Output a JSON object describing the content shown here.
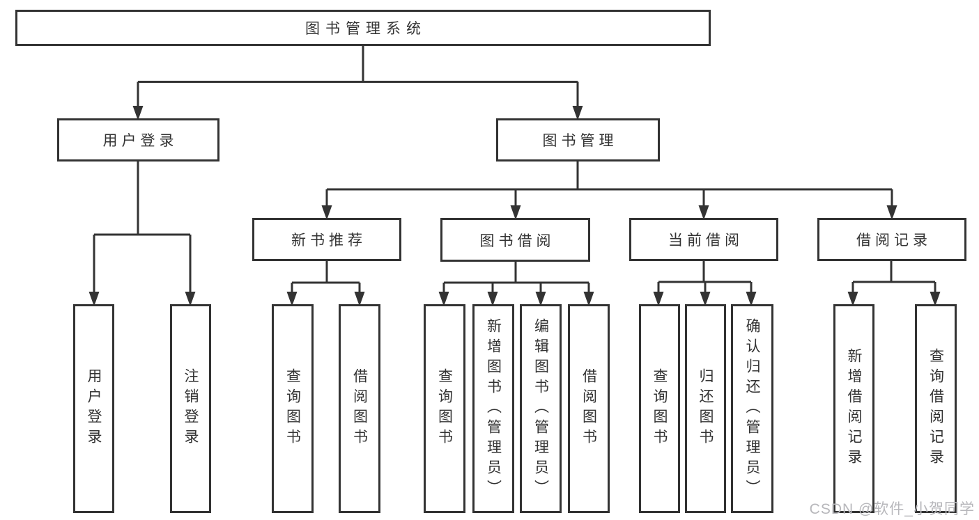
{
  "tree": {
    "root": "图书管理系统",
    "branches": [
      {
        "label": "用户登录",
        "children": [
          "用户登录",
          "注销登录"
        ]
      },
      {
        "label": "图书管理",
        "children": [
          {
            "label": "新书推荐",
            "children": [
              "查询图书",
              "借阅图书"
            ]
          },
          {
            "label": "图书借阅",
            "children": [
              "查询图书",
              "新增图书（管理员）",
              "编辑图书（管理员）",
              "借阅图书"
            ]
          },
          {
            "label": "当前借阅",
            "children": [
              "查询图书",
              "归还图书",
              "确认归还（管理员）"
            ]
          },
          {
            "label": "借阅记录",
            "children": [
              "新增借阅记录",
              "查询借阅记录"
            ]
          }
        ]
      }
    ]
  },
  "colors": {
    "line": "#333333",
    "text": "#333333",
    "box_background": "#ffffff",
    "watermark": "#b7b7bb",
    "background": "#ffffff"
  },
  "watermark": {
    "text": "CSDN @软件_小贺同学"
  }
}
